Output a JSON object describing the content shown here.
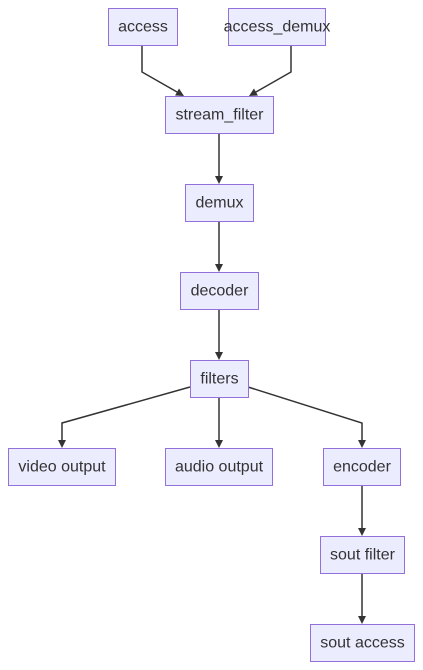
{
  "diagram": {
    "type": "flowchart",
    "direction": "top-down",
    "nodes": [
      {
        "id": "access",
        "label": "access"
      },
      {
        "id": "access_demux",
        "label": "access_demux"
      },
      {
        "id": "stream_filter",
        "label": "stream_filter"
      },
      {
        "id": "demux",
        "label": "demux"
      },
      {
        "id": "decoder",
        "label": "decoder"
      },
      {
        "id": "filters",
        "label": "filters"
      },
      {
        "id": "video_output",
        "label": "video output"
      },
      {
        "id": "audio_output",
        "label": "audio output"
      },
      {
        "id": "encoder",
        "label": "encoder"
      },
      {
        "id": "sout_filter",
        "label": "sout filter"
      },
      {
        "id": "sout_access",
        "label": "sout access"
      }
    ],
    "edges": [
      {
        "from": "access",
        "to": "stream_filter"
      },
      {
        "from": "access_demux",
        "to": "stream_filter"
      },
      {
        "from": "stream_filter",
        "to": "demux"
      },
      {
        "from": "demux",
        "to": "decoder"
      },
      {
        "from": "decoder",
        "to": "filters"
      },
      {
        "from": "filters",
        "to": "video_output"
      },
      {
        "from": "filters",
        "to": "audio_output"
      },
      {
        "from": "filters",
        "to": "encoder"
      },
      {
        "from": "encoder",
        "to": "sout_filter"
      },
      {
        "from": "sout_filter",
        "to": "sout_access"
      }
    ],
    "colors": {
      "node_fill": "#ececff",
      "node_border": "#9370db",
      "text": "#333333",
      "edge": "#333333"
    }
  }
}
